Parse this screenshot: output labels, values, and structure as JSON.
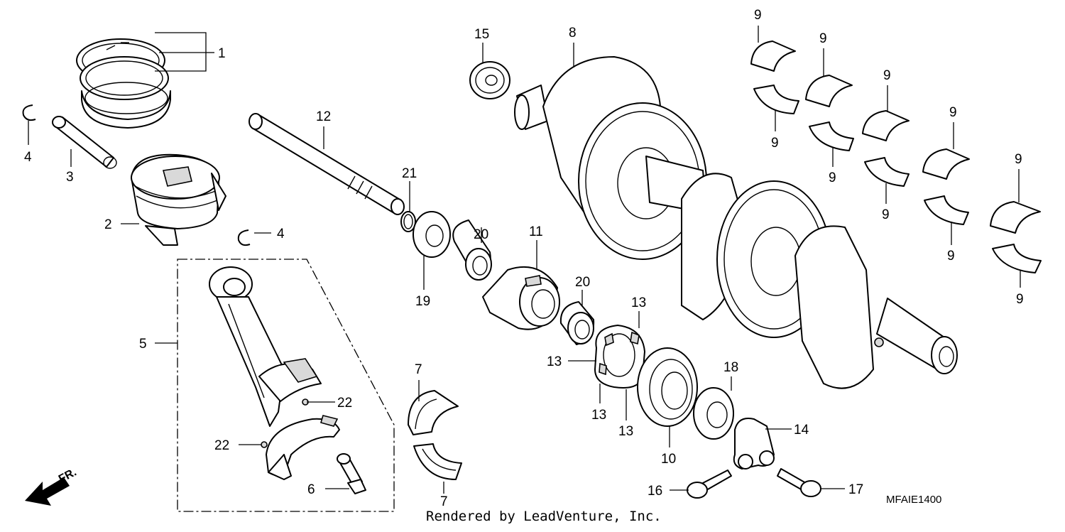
{
  "diagram_code": "MFAIE1400",
  "credit": "Rendered by LeadVenture, Inc.",
  "direction_label": "FR.",
  "callouts": {
    "c1": "1",
    "c2": "2",
    "c3": "3",
    "c4": "4",
    "c5": "5",
    "c6": "6",
    "c7": "7",
    "c8": "8",
    "c9": "9",
    "c10": "10",
    "c11": "11",
    "c12": "12",
    "c13": "13",
    "c14": "14",
    "c15": "15",
    "c16": "16",
    "c17": "17",
    "c18": "18",
    "c19": "19",
    "c20": "20",
    "c21": "21",
    "c22": "22"
  }
}
